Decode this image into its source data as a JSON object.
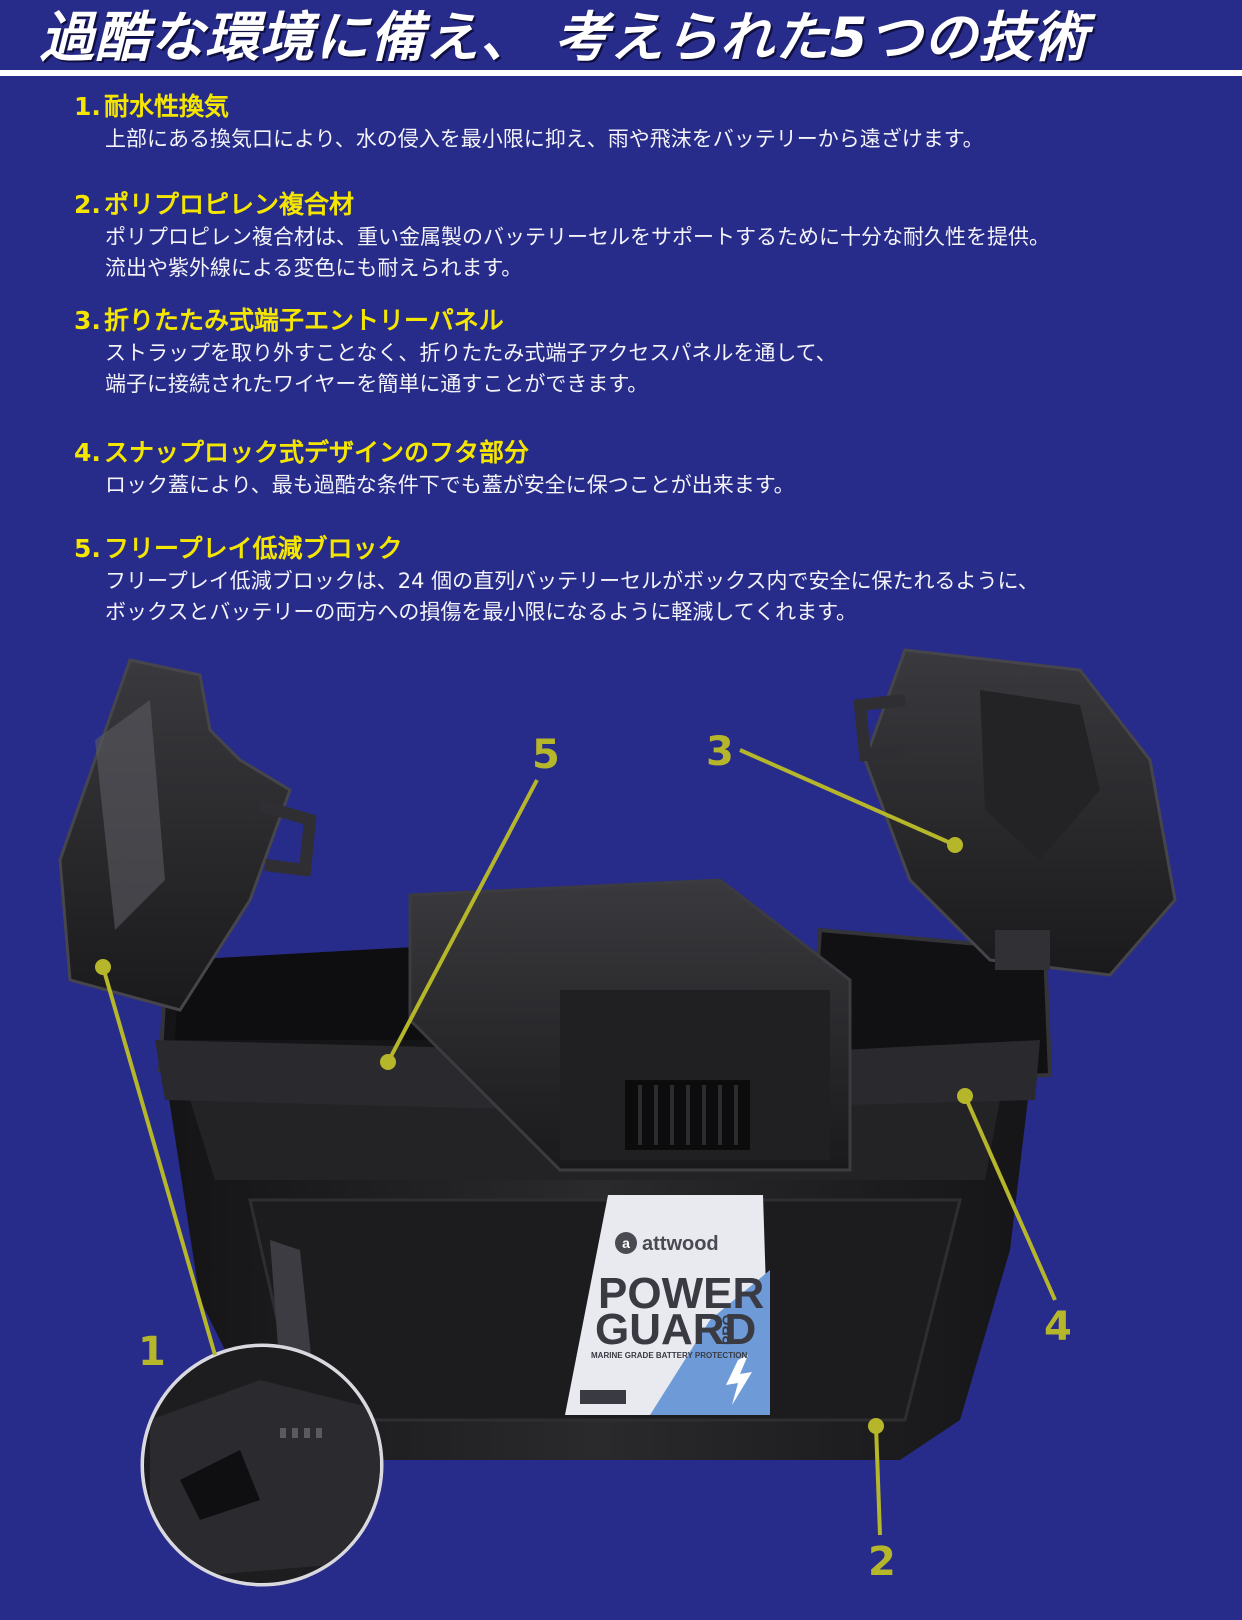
{
  "header": {
    "title": "過酷な環境に備え、 考えられた5つの技術"
  },
  "features": [
    {
      "number": "1.",
      "title": "耐水性換気",
      "lines": [
        "上部にある換気口により、水の侵入を最小限に抑え、雨や飛沫をバッテリーから遠ざけます。"
      ]
    },
    {
      "number": "2.",
      "title": "ポリプロピレン複合材",
      "lines": [
        "ポリプロピレン複合材は、重い金属製のバッテリーセルをサポートするために十分な耐久性を提供。",
        "流出や紫外線による変色にも耐えられます。"
      ]
    },
    {
      "number": "3.",
      "title": "折りたたみ式端子エントリーパネル",
      "lines": [
        "ストラップを取り外すことなく、折りたたみ式端子アクセスパネルを通して、",
        "端子に接続されたワイヤーを簡単に通すことができます。"
      ]
    },
    {
      "number": "4.",
      "title": "スナップロック式デザインのフタ部分",
      "lines": [
        "ロック蓋により、最も過酷な条件下でも蓋が安全に保つことが出来ます。"
      ]
    },
    {
      "number": "5.",
      "title": "フリープレイ低減ブロック",
      "lines": [
        "フリープレイ低減ブロックは、24 個の直列バッテリーセルがボックス内で安全に保たれるように、",
        "ボックスとバッテリーの両方への損傷を最小限になるように軽減してくれます。"
      ]
    }
  ],
  "product": {
    "brand": "attwood",
    "brand_mark": "a",
    "name_line1": "POWER",
    "name_line2": "GUARD",
    "name_suffix": "PRO",
    "tagline": "MARINE GRADE BATTERY PROTECTION",
    "box_color": "#1f1f21",
    "label_color": "#e8eaf0",
    "label_accent": "#6e9bd8"
  },
  "callouts": [
    {
      "number": "1"
    },
    {
      "number": "2"
    },
    {
      "number": "3"
    },
    {
      "number": "4"
    },
    {
      "number": "5"
    }
  ],
  "colors": {
    "background": "#272b8a",
    "title_text": "#ffffff",
    "feature_title": "#f4e600",
    "callout": "#b6b62a"
  }
}
